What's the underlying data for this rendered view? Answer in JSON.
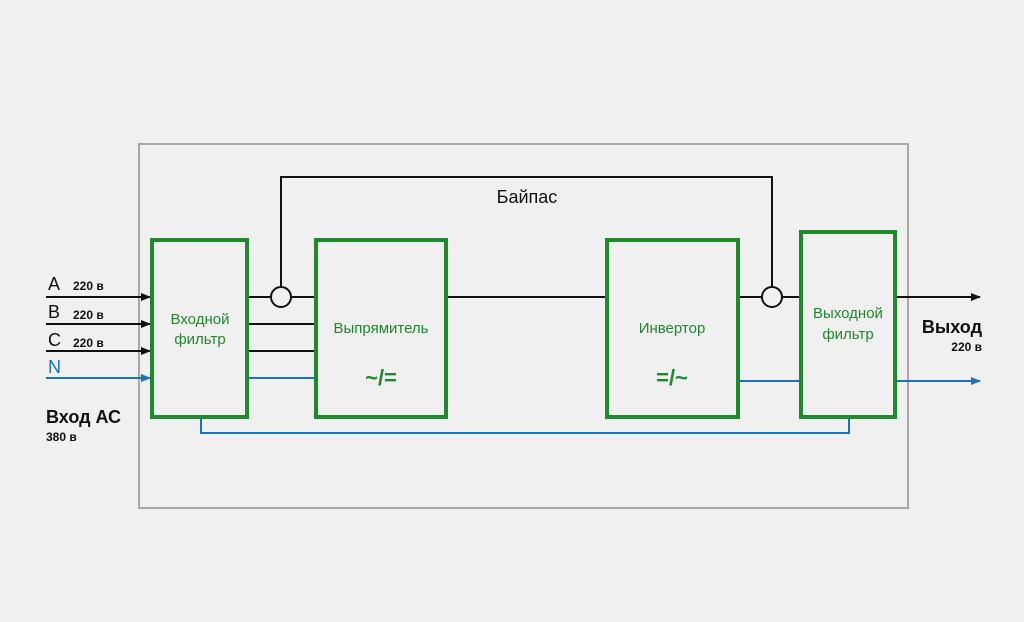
{
  "bypass_label": "Байпас",
  "input": {
    "phases": [
      {
        "letter": "A",
        "voltage": "220 в"
      },
      {
        "letter": "B",
        "voltage": "220 в"
      },
      {
        "letter": "C",
        "voltage": "220 в"
      }
    ],
    "neutral": "N",
    "title": "Вход АС",
    "voltage": "380 в"
  },
  "blocks": {
    "input_filter": {
      "line1": "Входной",
      "line2": "фильтр"
    },
    "rectifier": {
      "label": "Выпрямитель",
      "symbol": "~/="
    },
    "inverter": {
      "label": "Инвертор",
      "symbol": "=/~"
    },
    "output_filter": {
      "line1": "Выходной",
      "line2": "фильтр"
    }
  },
  "output": {
    "title": "Выход",
    "voltage": "220 в"
  },
  "colors": {
    "block_border": "#1e8a2c",
    "line_dark": "#111111",
    "line_neutral": "#1a73c2",
    "frame": "#a8a8a8",
    "background": "#f0f0f0"
  }
}
